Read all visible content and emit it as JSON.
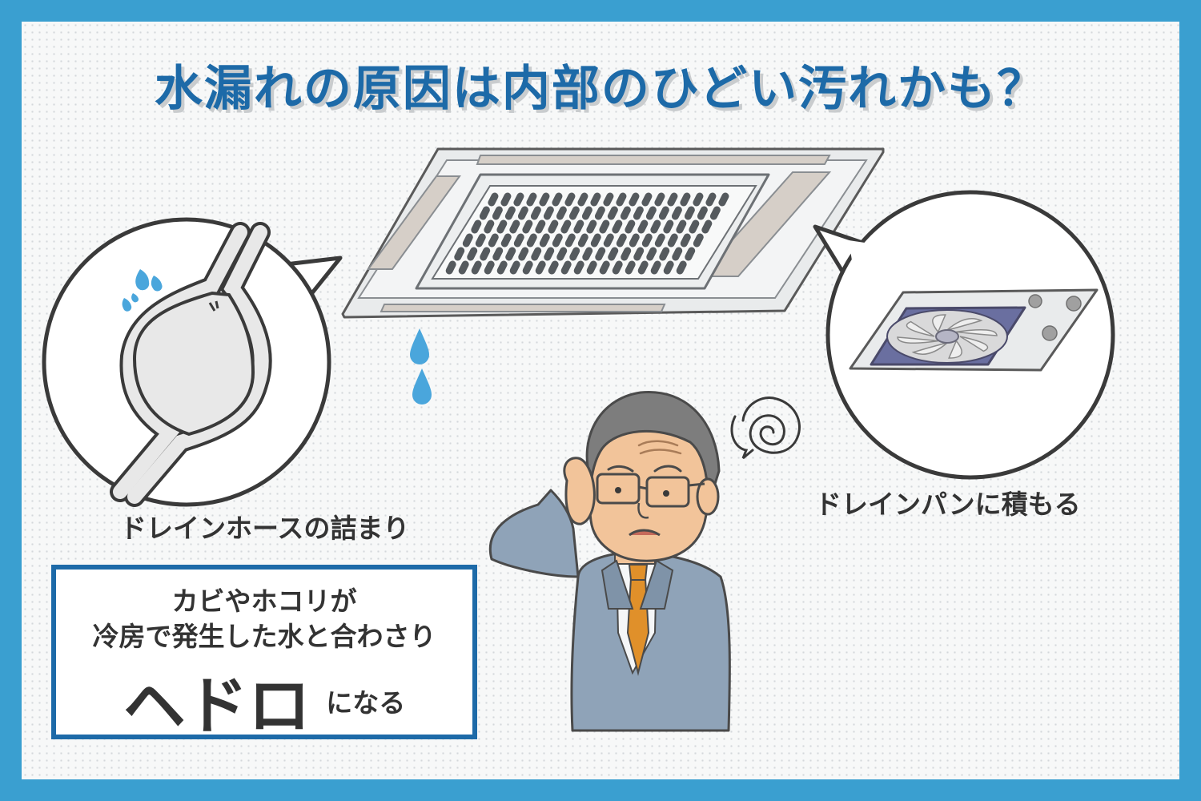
{
  "title": "水漏れの原因は内部のひどい汚れかも？",
  "captions": {
    "left": "ドレインホースの詰まり",
    "right": "ドレインパンに積もる"
  },
  "note": {
    "line1": "カビやホコリが",
    "line2": "冷房で発生した水と合わさり",
    "emphasis": "ヘドロ",
    "suffix": "になる"
  },
  "colors": {
    "frame": "#3a9fd0",
    "title": "#1d6aa8",
    "note_border": "#1d6aa8",
    "water": "#4aa6dc",
    "tie": "#e0902a",
    "suit": "#8fa3b8"
  },
  "icons": [
    "ceiling-cassette-ac-icon",
    "water-drop-icon",
    "drain-hose-clog-icon",
    "drain-pan-fan-icon",
    "confused-scribble-icon",
    "worried-man-icon"
  ]
}
